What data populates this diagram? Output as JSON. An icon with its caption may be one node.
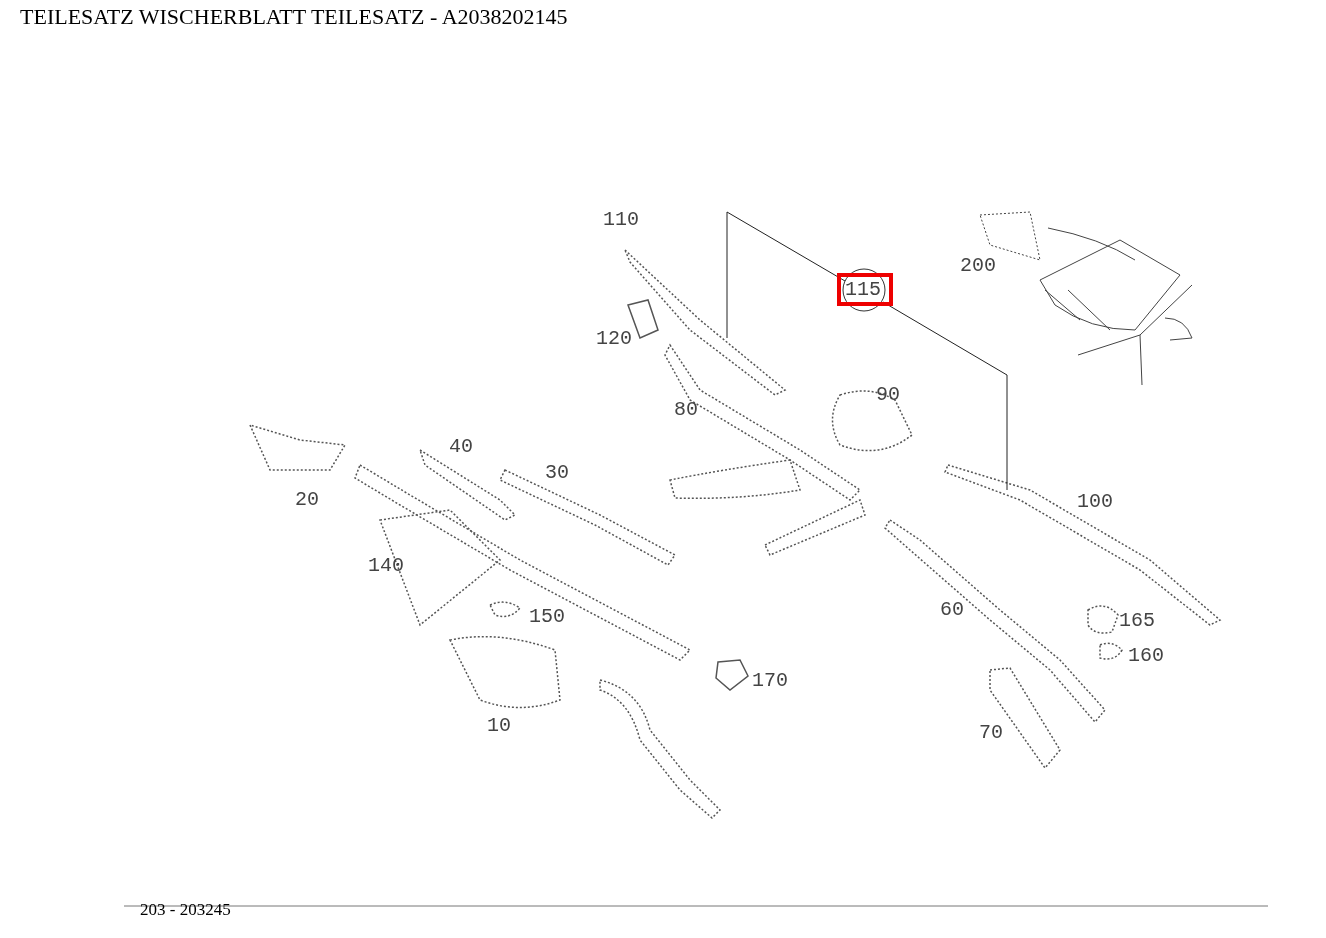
{
  "diagram": {
    "title": "TEILESATZ WISCHERBLATT TEILESATZ - A2038202145",
    "caption": "203 - 203245",
    "labels": [
      "110",
      "115",
      "200",
      "120",
      "90",
      "80",
      "40",
      "30",
      "100",
      "20",
      "140",
      "60",
      "150",
      "165",
      "160",
      "170",
      "10",
      "70"
    ]
  }
}
